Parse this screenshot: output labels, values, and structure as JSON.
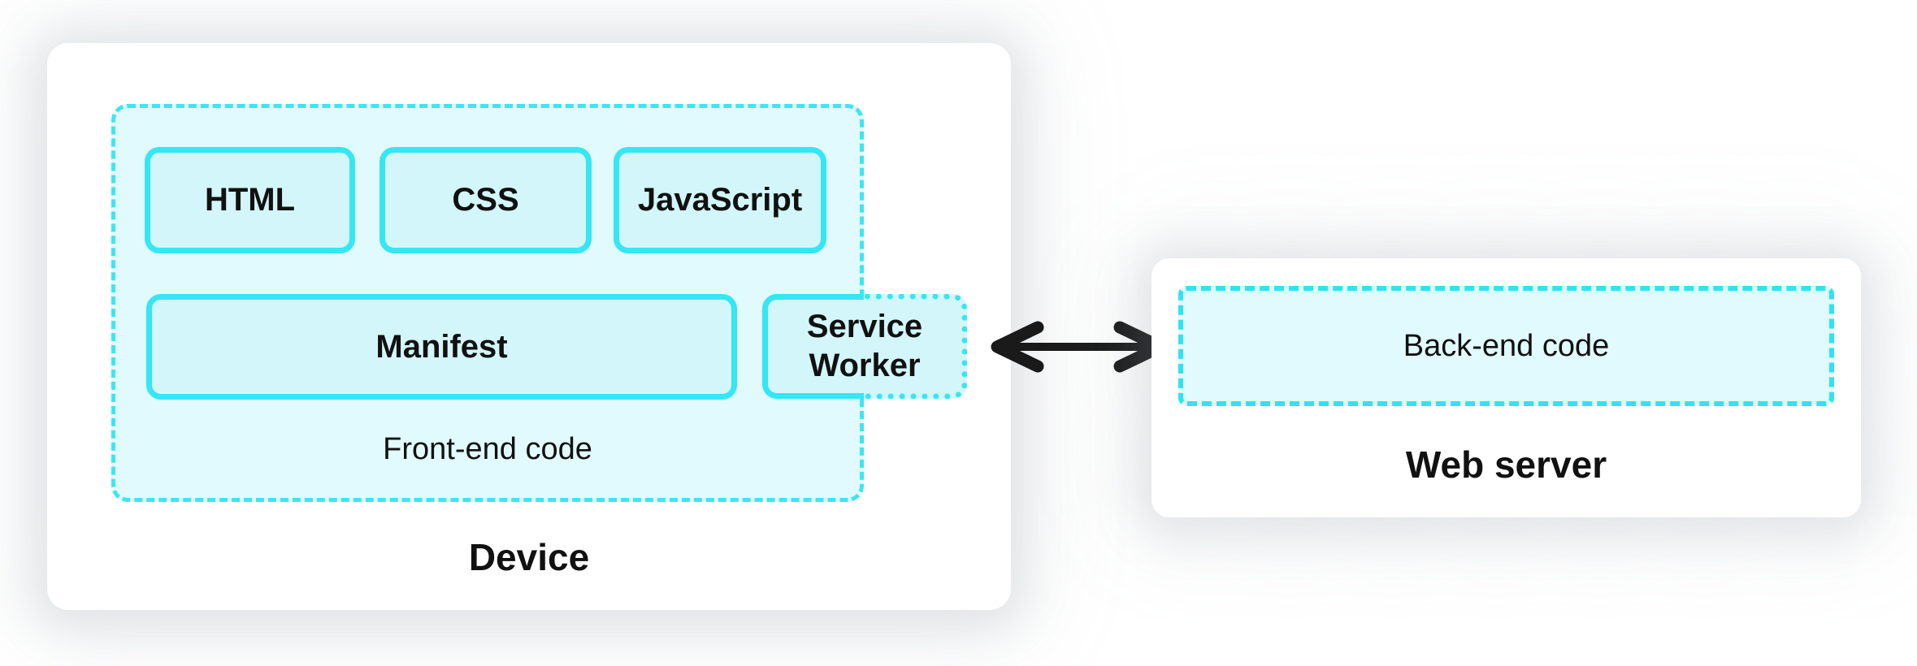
{
  "device": {
    "label": "Device",
    "frontend": {
      "label": "Front-end code",
      "html_label": "HTML",
      "css_label": "CSS",
      "javascript_label": "JavaScript",
      "manifest_label": "Manifest",
      "service_worker_label": "Service Worker"
    }
  },
  "server": {
    "label": "Web server",
    "backend_label": "Back-end code"
  },
  "icons": {
    "arrow": "bidirectional-arrow"
  },
  "colors": {
    "accent_cyan": "#35E6F3",
    "dashed_cyan": "#3CE6F3",
    "container_fill": "#E1FAFD",
    "box_fill": "#D3F6FA",
    "panel_white": "#FFFFFF",
    "arrow_black": "#1A1A1A",
    "text": "#111111"
  }
}
